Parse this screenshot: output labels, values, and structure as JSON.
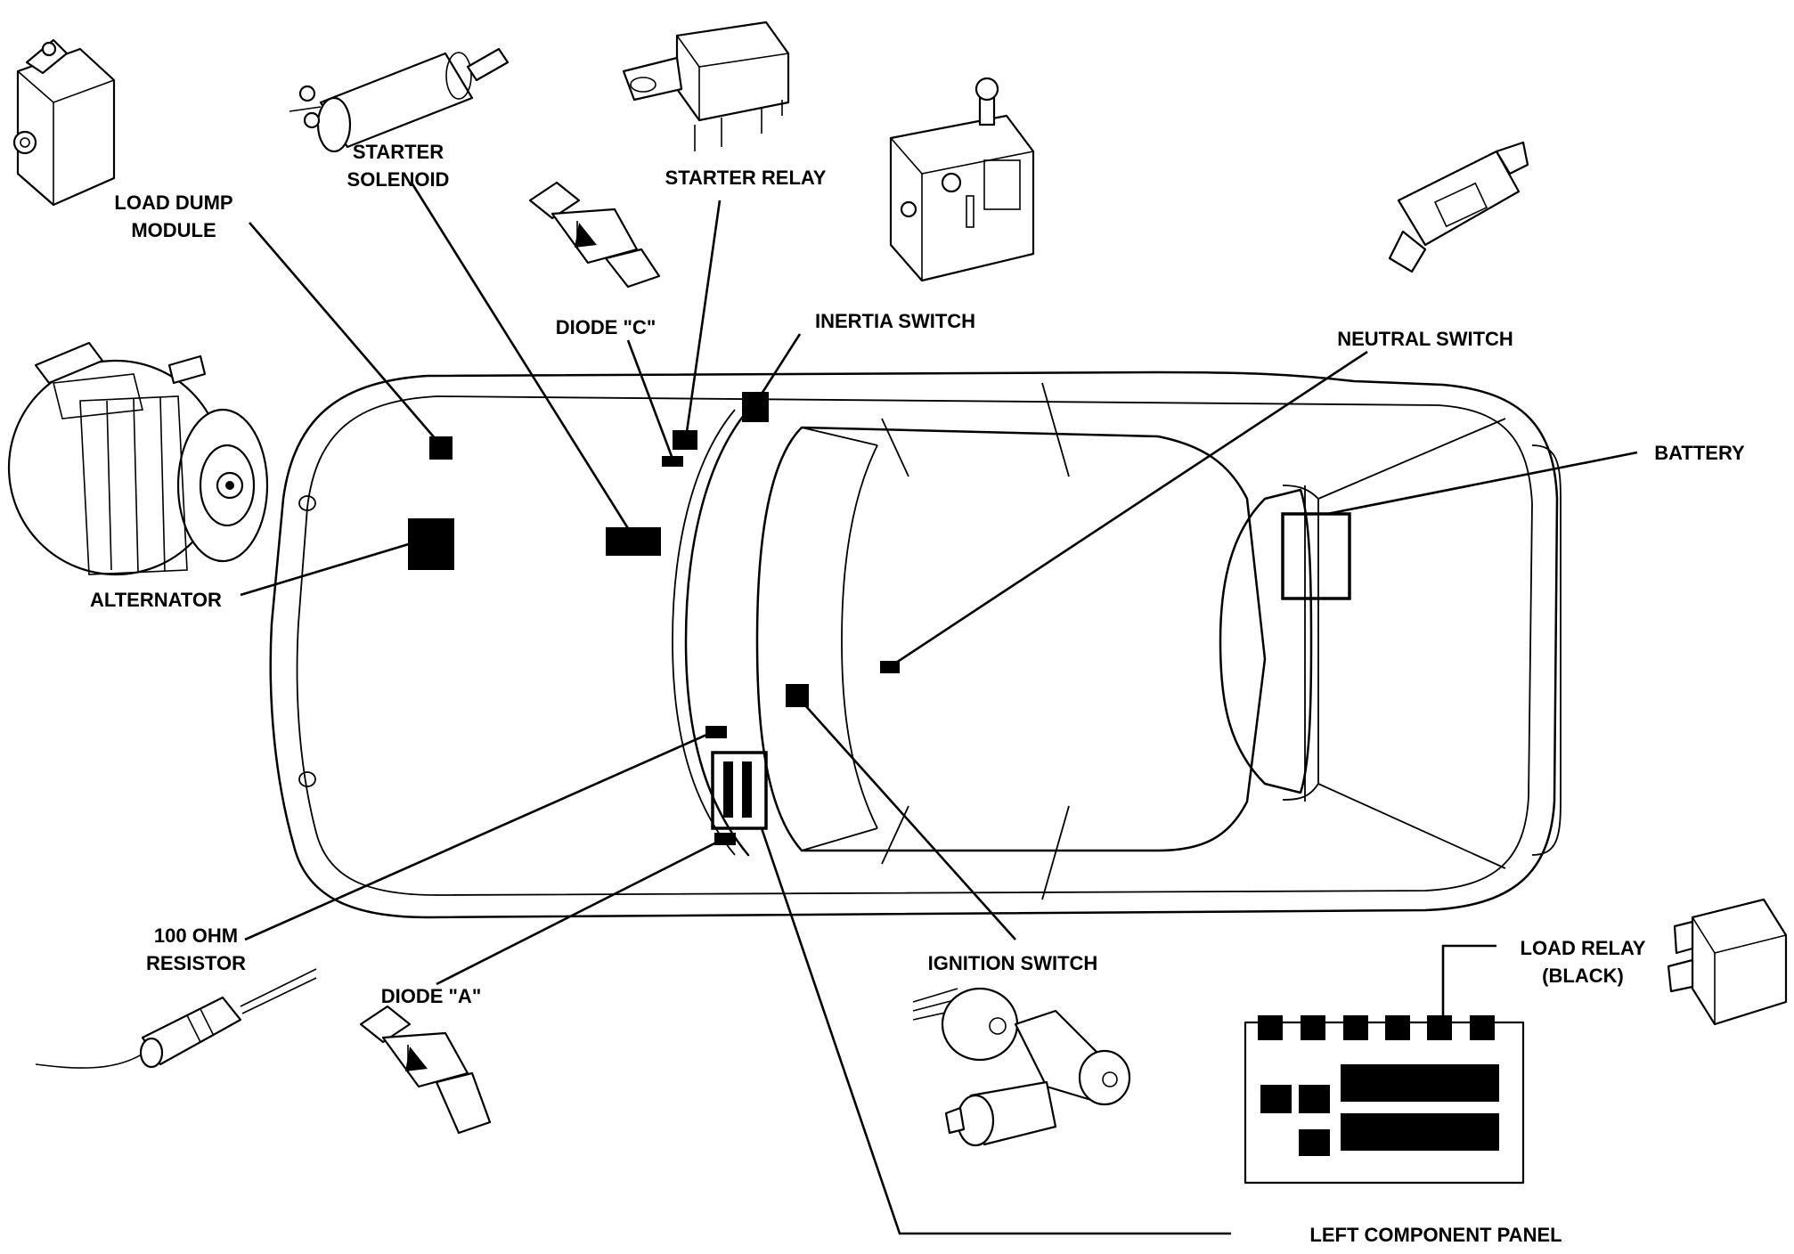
{
  "labels": {
    "load_dump_module": [
      "LOAD DUMP",
      "MODULE"
    ],
    "starter_solenoid": [
      "STARTER",
      "SOLENOID"
    ],
    "starter_relay": "STARTER RELAY",
    "diode_c": "DIODE \"C\"",
    "inertia_switch": "INERTIA SWITCH",
    "neutral_switch": "NEUTRAL SWITCH",
    "battery": "BATTERY",
    "alternator": "ALTERNATOR",
    "resistor": [
      "100 OHM",
      "RESISTOR"
    ],
    "diode_a": "DIODE \"A\"",
    "ignition_switch": "IGNITION SWITCH",
    "load_relay": [
      "LOAD RELAY",
      "(BLACK)"
    ],
    "left_component_panel": "LEFT COMPONENT PANEL"
  },
  "colors": {
    "ink": "#000000",
    "paper": "#ffffff"
  }
}
